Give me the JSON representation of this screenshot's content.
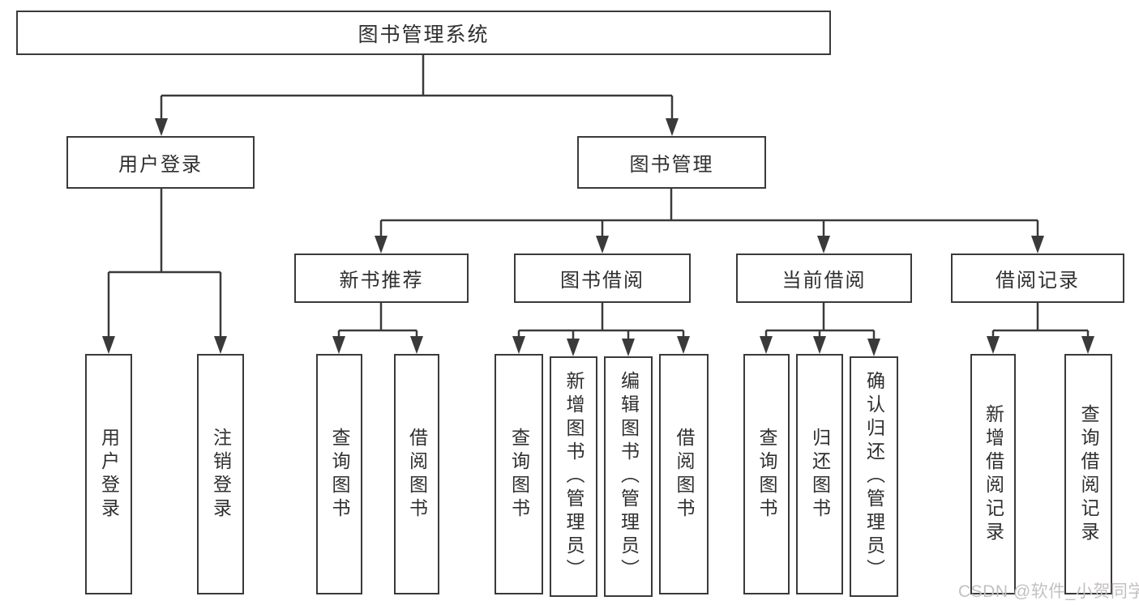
{
  "colors": {
    "line": "#3a3a3a",
    "text": "#2f2f2f",
    "node_background": "#ffffff",
    "watermark": "#c5c0c0"
  },
  "watermark": {
    "text": "CSDN @软件_小贺同学"
  },
  "tree": {
    "root": {
      "label": "图书管理系统"
    },
    "children": [
      {
        "label": "用户登录",
        "children": [
          {
            "label": "用户登录"
          },
          {
            "label": "注销登录"
          }
        ]
      },
      {
        "label": "图书管理",
        "children": [
          {
            "label": "新书推荐",
            "children": [
              {
                "label": "查询图书"
              },
              {
                "label": "借阅图书"
              }
            ]
          },
          {
            "label": "图书借阅",
            "children": [
              {
                "label": "查询图书"
              },
              {
                "label": "新增图书（管理员）"
              },
              {
                "label": "编辑图书（管理员）"
              },
              {
                "label": "借阅图书"
              }
            ]
          },
          {
            "label": "当前借阅",
            "children": [
              {
                "label": "查询图书"
              },
              {
                "label": "归还图书"
              },
              {
                "label": "确认归还（管理员）"
              }
            ]
          },
          {
            "label": "借阅记录",
            "children": [
              {
                "label": "新增借阅记录"
              },
              {
                "label": "查询借阅记录"
              }
            ]
          }
        ]
      }
    ]
  }
}
